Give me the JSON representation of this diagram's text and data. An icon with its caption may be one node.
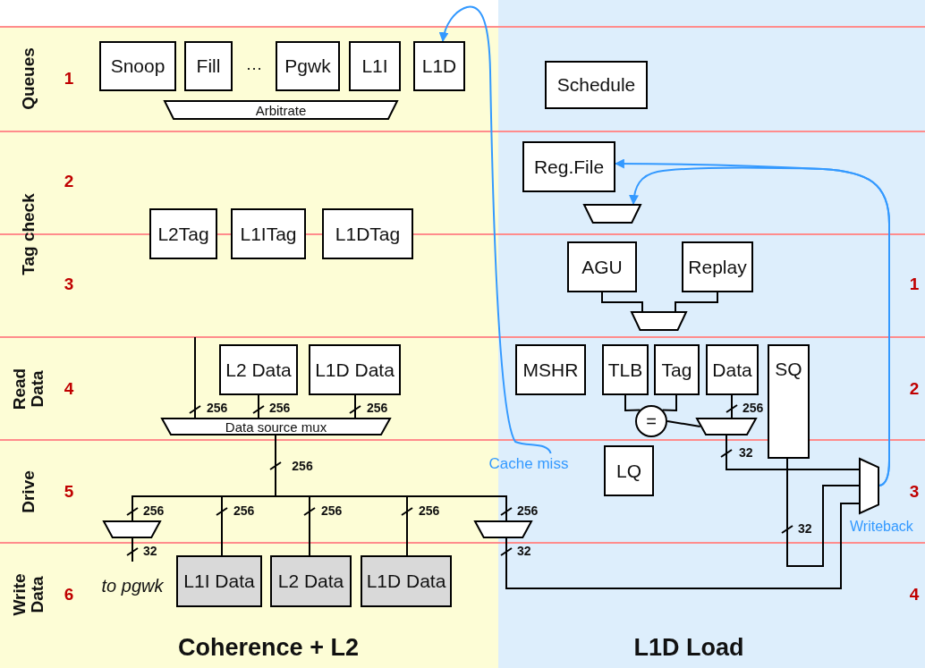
{
  "diagram": {
    "nodes": [
      {
        "text": [
          "Snoop"
        ]
      },
      {
        "text": [
          "Fill"
        ]
      },
      {
        "text": [
          "Pgwk"
        ]
      },
      {
        "text": [
          "L1I"
        ]
      },
      {
        "text": [
          "L1D"
        ]
      },
      {
        "text": [
          "Arbitrate"
        ]
      },
      {
        "text": [
          "Schedule"
        ]
      },
      {
        "text": [
          "Reg.File"
        ]
      },
      {
        "text": [],
        "shape": "trapezoid"
      },
      {
        "text": [
          "L2Tag"
        ]
      },
      {
        "text": [
          "L1ITag"
        ]
      },
      {
        "text": [
          "L1DTag"
        ]
      },
      {
        "text": [
          "AGU"
        ]
      },
      {
        "text": [
          "Replay"
        ]
      },
      {
        "text": [],
        "shape": "trapezoid"
      },
      {
        "text": [
          "L2 Data"
        ]
      },
      {
        "text": [
          "L1D Data"
        ]
      },
      {
        "text": [
          "Data source mux"
        ]
      },
      {
        "text": [
          "MSHR"
        ]
      },
      {
        "text": [
          "TLB"
        ]
      },
      {
        "text": [
          "Tag"
        ]
      },
      {
        "text": [
          "Data"
        ]
      },
      {
        "text": [
          "SQ"
        ]
      },
      {
        "text": [
          "="
        ]
      },
      {
        "text": [],
        "shape": "trapezoid"
      },
      {
        "text": [
          "LQ"
        ]
      },
      {
        "text": [],
        "shape": "trapezoid",
        "beside": [
          "Writeback"
        ]
      },
      {
        "text": [],
        "shape": "trapezoid"
      },
      {
        "text": [],
        "shape": "trapezoid"
      },
      {
        "text": [
          "L1I Data"
        ]
      },
      {
        "text": [
          "L2 Data"
        ]
      },
      {
        "text": [
          "L1D Data"
        ]
      },
      {
        "text": [
          "to pgwk"
        ]
      },
      {
        "text": [
          "Cache miss"
        ]
      }
    ],
    "edges": [
      {
        "from": null,
        "to": 17,
        "arrow": "none",
        "label": "256"
      },
      {
        "from": 15,
        "to": 17,
        "arrow": "none",
        "label": "256"
      },
      {
        "from": 16,
        "to": 17,
        "arrow": "none",
        "label": "256"
      },
      {
        "from": 17,
        "to": 27,
        "arrow": "none",
        "label": "256"
      },
      {
        "from": 17,
        "to": 29,
        "arrow": "none",
        "label": "256"
      },
      {
        "from": 17,
        "to": 30,
        "arrow": "none",
        "label": "256"
      },
      {
        "from": 17,
        "to": 31,
        "arrow": "none",
        "label": "256"
      },
      {
        "from": 17,
        "to": 28,
        "arrow": "none",
        "label": "256"
      },
      {
        "from": 27,
        "to": 32,
        "arrow": "none",
        "label": "32"
      },
      {
        "from": 28,
        "to": 26,
        "arrow": "none",
        "label": "32"
      },
      {
        "from": 19,
        "to": 23,
        "arrow": "none"
      },
      {
        "from": 20,
        "to": 23,
        "arrow": "none"
      },
      {
        "from": 23,
        "to": 24,
        "arrow": "none"
      },
      {
        "from": 21,
        "to": 24,
        "arrow": "none",
        "label": "256"
      },
      {
        "from": 24,
        "to": 26,
        "arrow": "none",
        "label": "32"
      },
      {
        "from": 22,
        "to": 26,
        "arrow": "none",
        "label": "32"
      },
      {
        "from": 12,
        "to": 14,
        "arrow": "none"
      },
      {
        "from": 13,
        "to": 14,
        "arrow": "none"
      },
      {
        "from": 33,
        "to": 4,
        "arrow": "to",
        "color": "#3399ff"
      },
      {
        "from": 26,
        "to": 7,
        "arrow": "to",
        "color": "#3399ff"
      },
      {
        "from": 26,
        "to": 8,
        "arrow": "to",
        "color": "#3399ff"
      }
    ],
    "labels": [
      "Queues",
      "1",
      "…",
      "Tag check",
      "2",
      "3",
      "1",
      "Read Data",
      "4",
      "2",
      "256",
      "Drive",
      "5",
      "3",
      "Write Data",
      "6",
      "4",
      "Coherence + L2",
      "L1D Load"
    ]
  }
}
